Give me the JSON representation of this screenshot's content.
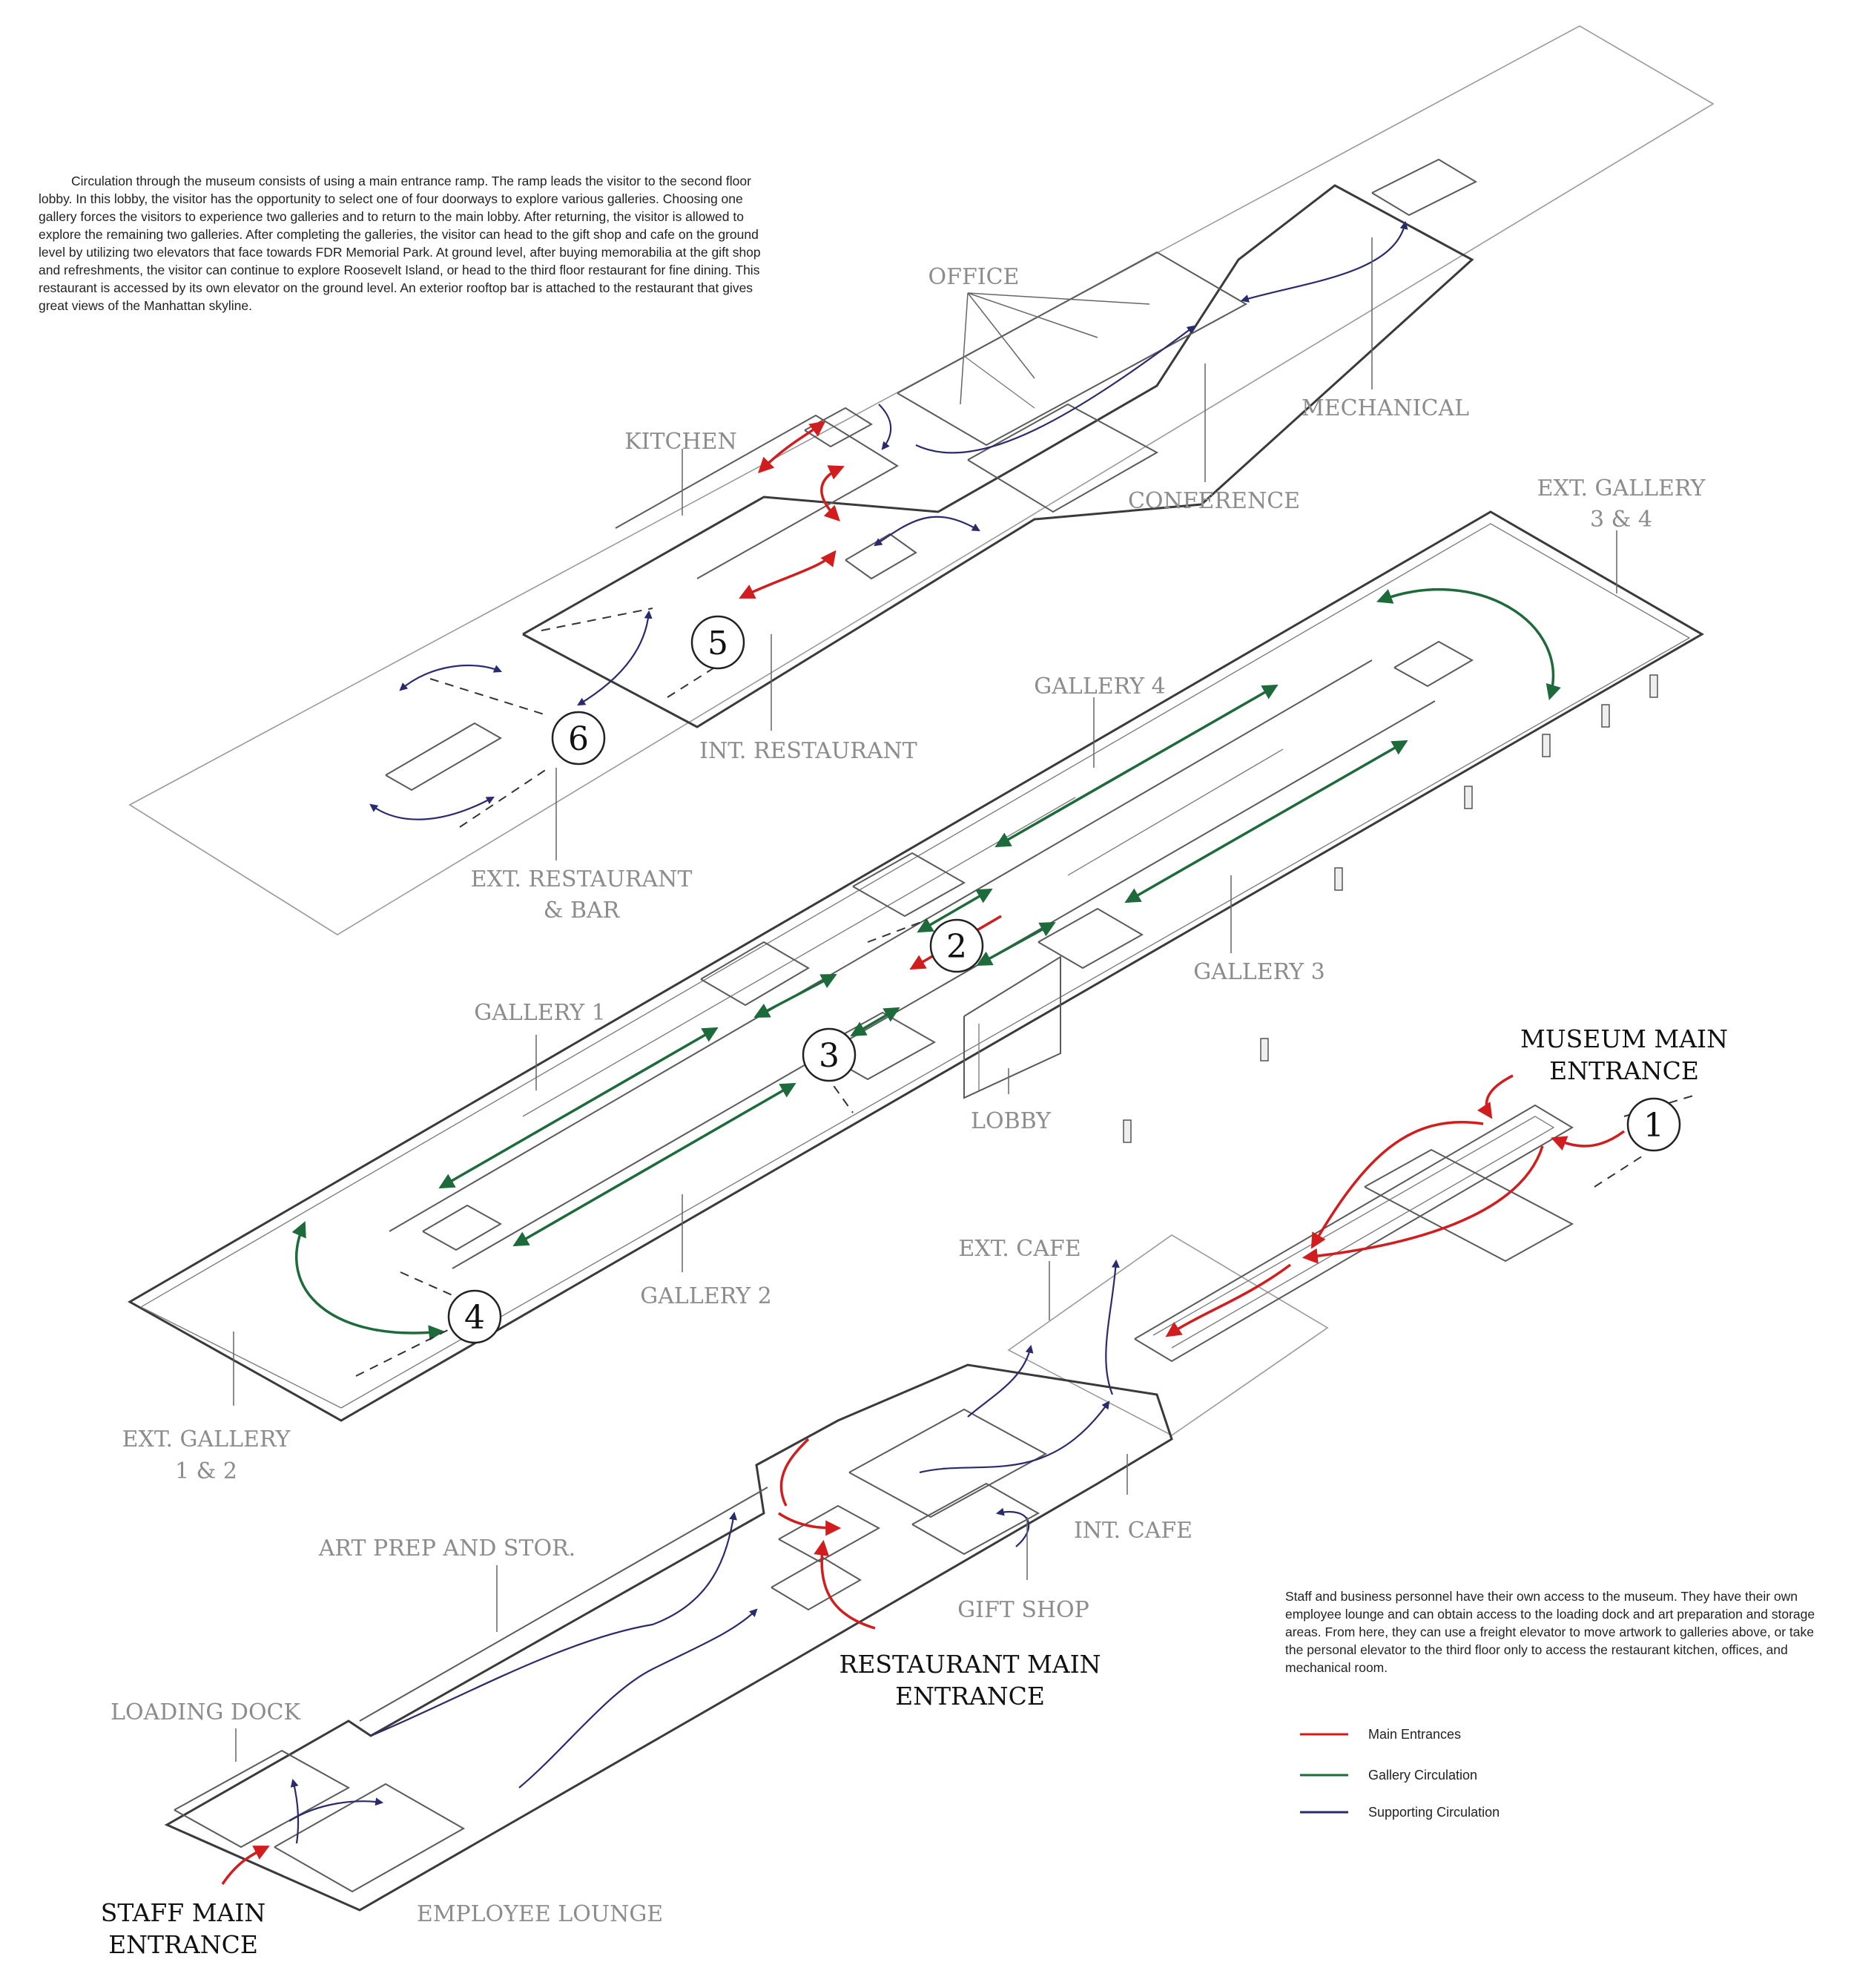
{
  "intro_text": "Circulation through the museum consists of using a main entrance ramp. The ramp leads the visitor to the second floor lobby. In this lobby, the visitor has the opportunity to select one of four doorways to explore various galleries. Choosing one gallery forces the visitors to experience two galleries and to return to the main lobby. After returning, the visitor is allowed to explore the remaining two galleries. After completing the galleries, the visitor can head to the gift shop and cafe on the ground level by utilizing two elevators that face towards FDR Memorial Park. At ground level, after buying memorabilia at the gift shop and refreshments, the visitor can continue to explore Roosevelt Island, or head to the third floor restaurant for fine dining. This restaurant is accessed by its own elevator on the ground level. An exterior rooftop bar is attached to the restaurant that gives great views of the Manhattan skyline.",
  "staff_text": "Staff and business personnel have their own access to the museum. They have their own employee lounge and can obtain access to the loading dock and art preparation and storage areas. From here, they can use a freight elevator to move artwork to galleries above, or take the personal elevator to the third floor only to access the restaurant kitchen, offices, and mechanical room.",
  "labels": {
    "office": "OFFICE",
    "mechanical": "MECHANICAL",
    "kitchen": "KITCHEN",
    "conference": "CONFERENCE",
    "ext_gallery_34_l1": "EXT. GALLERY",
    "ext_gallery_34_l2": "3 & 4",
    "gallery4": "GALLERY 4",
    "int_restaurant": "INT. RESTAURANT",
    "ext_restaurant_l1": "EXT. RESTAURANT",
    "ext_restaurant_l2": "& BAR",
    "gallery1": "GALLERY 1",
    "gallery3": "GALLERY 3",
    "lobby": "LOBBY",
    "gallery2": "GALLERY 2",
    "ext_gallery_12_l1": "EXT. GALLERY",
    "ext_gallery_12_l2": "1 & 2",
    "ext_cafe": "EXT. CAFE",
    "int_cafe": "INT. CAFE",
    "art_prep": "ART PREP AND STOR.",
    "gift_shop": "GIFT SHOP",
    "loading_dock": "LOADING DOCK",
    "employee_lounge": "EMPLOYEE LOUNGE",
    "museum_entrance_l1": "MUSEUM MAIN",
    "museum_entrance_l2": "ENTRANCE",
    "restaurant_entrance_l1": "RESTAURANT MAIN",
    "restaurant_entrance_l2": "ENTRANCE",
    "staff_entrance_l1": "STAFF MAIN",
    "staff_entrance_l2": "ENTRANCE"
  },
  "stops": [
    "1",
    "2",
    "3",
    "4",
    "5",
    "6"
  ],
  "legend": [
    {
      "label": "Main Entrances",
      "color": "#d11d1d"
    },
    {
      "label": "Gallery Circulation",
      "color": "#1d6b3a"
    },
    {
      "label": "Supporting Circulation",
      "color": "#2a2a6e"
    }
  ]
}
